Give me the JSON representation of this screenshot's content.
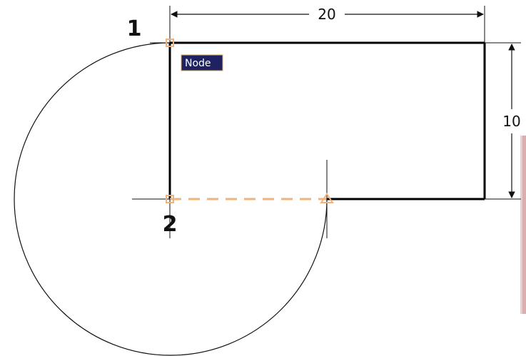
{
  "drawing": {
    "dimension_width_label": "20",
    "dimension_height_label": "10",
    "point_1_label": "1",
    "point_2_label": "2",
    "tooltip_label": "Node"
  },
  "colors": {
    "geometry": "#000000",
    "snap_marker": "#f0b37e",
    "tooltip_bg": "#1e2260",
    "tooltip_border": "#d9a95f",
    "background": "#ffffff"
  },
  "icons": {
    "node_snap_icon": "node-snap-icon",
    "midpoint_snap_icon": "midpoint-snap-icon"
  }
}
